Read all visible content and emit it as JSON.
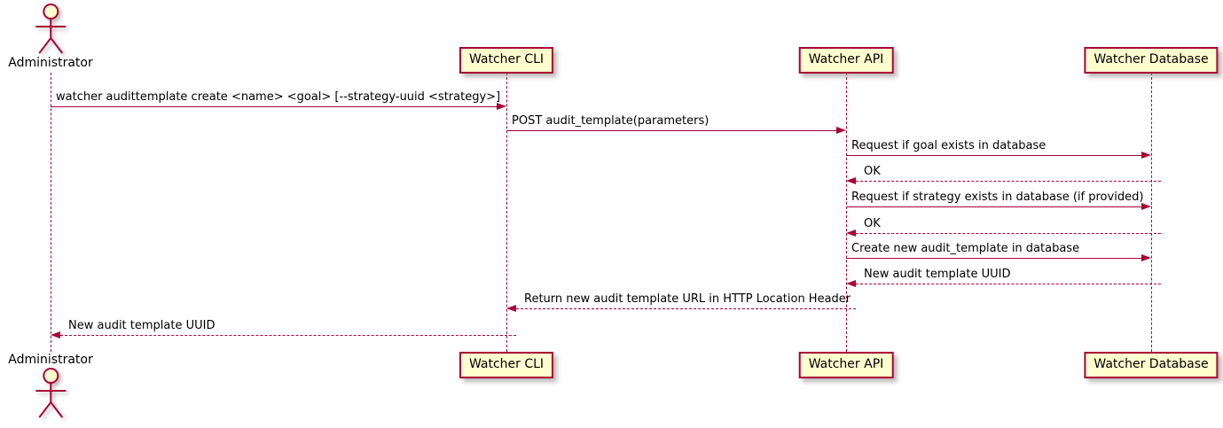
{
  "diagram": {
    "type": "sequence",
    "colors": {
      "participant_fill": "#FEFECE",
      "stroke": "#A80036",
      "text": "#000000",
      "background": "#FFFFFF"
    },
    "actor": {
      "label": "Administrator"
    },
    "participants": [
      {
        "label": "Watcher CLI"
      },
      {
        "label": "Watcher API"
      },
      {
        "label": "Watcher Database"
      }
    ],
    "messages": [
      {
        "from": "Administrator",
        "to": "Watcher CLI",
        "line": "solid",
        "text": "watcher audittemplate create <name> <goal> [--strategy-uuid <strategy>]"
      },
      {
        "from": "Watcher CLI",
        "to": "Watcher API",
        "line": "solid",
        "text": "POST audit_template(parameters)"
      },
      {
        "from": "Watcher API",
        "to": "Watcher Database",
        "line": "solid",
        "text": "Request if goal exists in database"
      },
      {
        "from": "Watcher Database",
        "to": "Watcher API",
        "line": "dashed",
        "text": "OK"
      },
      {
        "from": "Watcher API",
        "to": "Watcher Database",
        "line": "solid",
        "text": "Request if strategy exists in database (if provided)"
      },
      {
        "from": "Watcher Database",
        "to": "Watcher API",
        "line": "dashed",
        "text": "OK"
      },
      {
        "from": "Watcher API",
        "to": "Watcher Database",
        "line": "solid",
        "text": "Create new audit_template in database"
      },
      {
        "from": "Watcher Database",
        "to": "Watcher API",
        "line": "dashed",
        "text": "New audit template UUID"
      },
      {
        "from": "Watcher API",
        "to": "Watcher CLI",
        "line": "dashed",
        "text": "Return new audit template URL in HTTP Location Header"
      },
      {
        "from": "Watcher CLI",
        "to": "Administrator",
        "line": "dashed",
        "text": "New audit template UUID"
      }
    ]
  }
}
